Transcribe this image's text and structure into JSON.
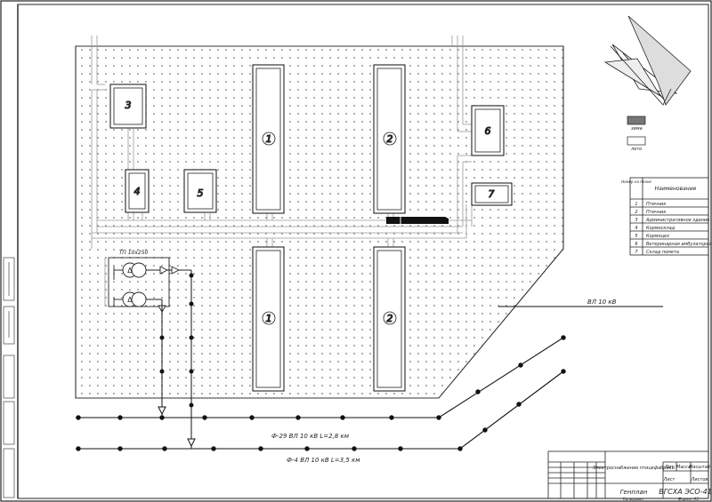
{
  "buildings": [
    {
      "id": "b-1-top",
      "number": "1"
    },
    {
      "id": "b-2-top",
      "number": "2"
    },
    {
      "id": "b-3",
      "number": "3"
    },
    {
      "id": "b-4",
      "number": "4"
    },
    {
      "id": "b-5",
      "number": "5"
    },
    {
      "id": "b-6",
      "number": "6"
    },
    {
      "id": "b-7",
      "number": "7"
    },
    {
      "id": "b-1-bot",
      "number": "1"
    },
    {
      "id": "b-2-bot",
      "number": "2"
    }
  ],
  "transformer_label": "ТП 10х250",
  "lines": {
    "vl10": "ВЛ 10 кВ",
    "f29": "Ф-29 ВЛ 10 кВ L=2,8 км",
    "f4": "Ф-4 ВЛ 10 кВ L=3,5 км"
  },
  "compass": {
    "winter_label": "зима",
    "summer_label": "лето"
  },
  "legend": {
    "header_number": "Номер на плане",
    "header_name": "Наименование",
    "rows": [
      {
        "n": "1",
        "name": "Птичник"
      },
      {
        "n": "2",
        "name": "Птичник"
      },
      {
        "n": "3",
        "name": "Административное здание"
      },
      {
        "n": "4",
        "name": "Кормосклад"
      },
      {
        "n": "5",
        "name": "Кормоцех"
      },
      {
        "n": "6",
        "name": "Ветеринарная амбулатория"
      },
      {
        "n": "7",
        "name": "Склад помета"
      }
    ]
  },
  "title_block": {
    "project": "Электроснабжение птицефабрики",
    "sheet_title": "Генплан",
    "code": "ВГСХА ЭСО-41",
    "stage_header": "Лит",
    "mass_header": "Масса",
    "scale_header": "Масштаб",
    "sheet_label": "Лист",
    "sheets_label": "Листов",
    "copied": "Копировал",
    "format": "Формат А3"
  }
}
